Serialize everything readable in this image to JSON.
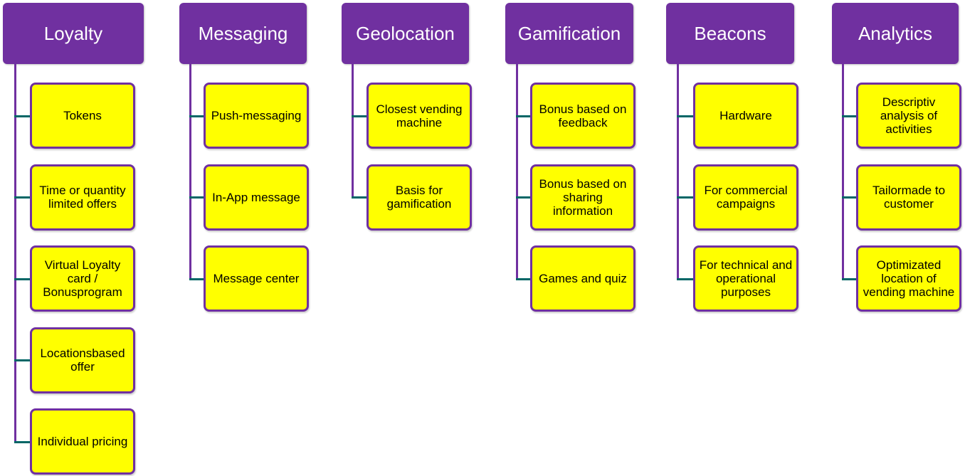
{
  "colors": {
    "header": "#7030a0",
    "item_fill": "#ffff00",
    "item_border": "#7030a0",
    "connector": "#006666"
  },
  "columns": [
    {
      "title": "Loyalty",
      "items": [
        "Tokens",
        "Time or quantity limited offers",
        "Virtual Loyalty card / Bonusprogram",
        "Locationsbased offer",
        "Individual pricing"
      ]
    },
    {
      "title": "Messaging",
      "items": [
        "Push-messaging",
        "In-App message",
        "Message center"
      ]
    },
    {
      "title": "Geolocation",
      "items": [
        "Closest vending machine",
        "Basis for gamification"
      ]
    },
    {
      "title": "Gamification",
      "items": [
        "Bonus based on feedback",
        "Bonus based on sharing information",
        "Games and quiz"
      ]
    },
    {
      "title": "Beacons",
      "items": [
        "Hardware",
        "For commercial campaigns",
        "For technical and operational purposes"
      ]
    },
    {
      "title": "Analytics",
      "items": [
        "Descriptiv analysis  of activities",
        "Tailormade to customer",
        "Optimizated location of vending machine"
      ]
    }
  ]
}
